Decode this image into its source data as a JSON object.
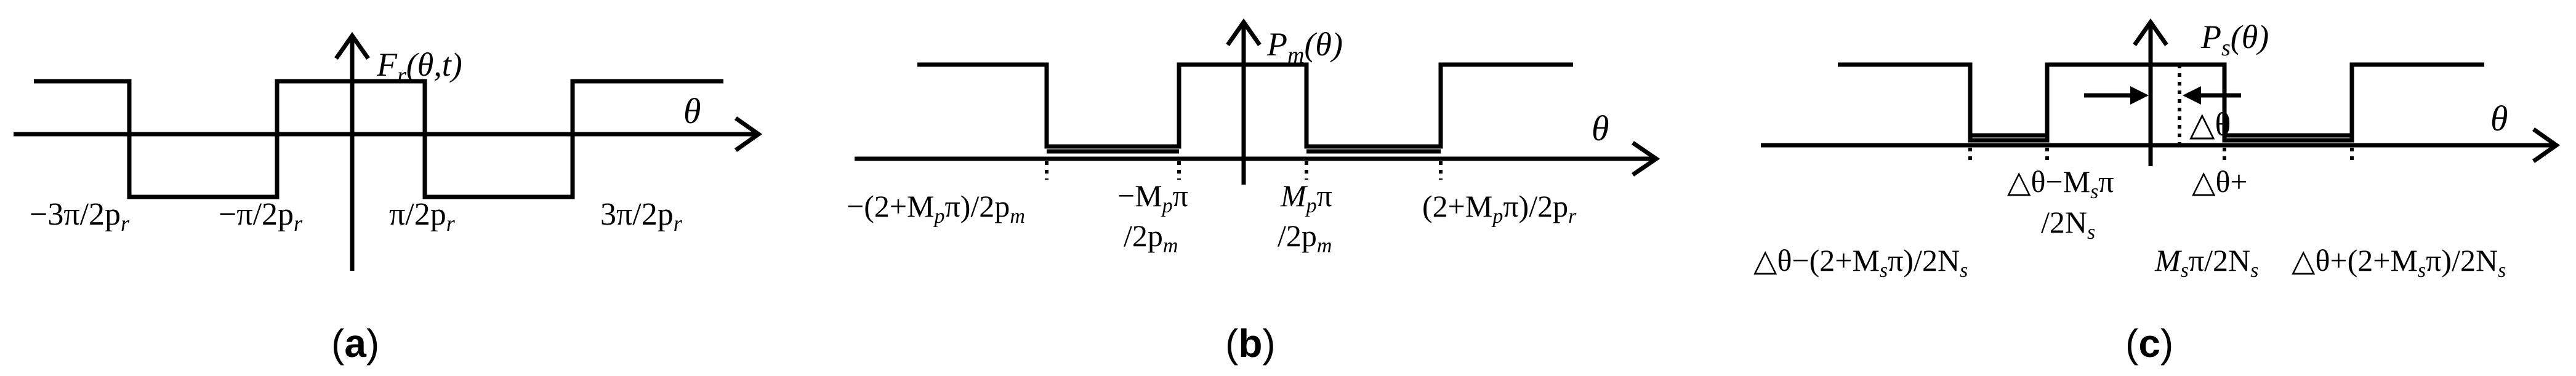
{
  "panels": [
    {
      "caption_open": "(",
      "caption_letter": "a",
      "caption_close": ")",
      "ylabel": "F",
      "ylabel_sub": "r",
      "ylabel_args": "(θ,t)",
      "xlabel": "θ",
      "ticks": [
        {
          "base": "−3π/2p",
          "sub": "r"
        },
        {
          "base": "−π/2p",
          "sub": "r"
        },
        {
          "base": "π/2p",
          "sub": "r"
        },
        {
          "base": "3π/2p",
          "sub": "r"
        }
      ]
    },
    {
      "caption_open": "(",
      "caption_letter": "b",
      "caption_close": ")",
      "ylabel": "P",
      "ylabel_sub": "m",
      "ylabel_args": "(θ)",
      "xlabel": "θ",
      "tick_left": {
        "a": "−(2+M",
        "a_sub": "p",
        "b": "π)/2p",
        "b_sub": "m"
      },
      "tick_mid_left": {
        "l1": "−M",
        "l1_sub": "p",
        "l1_tail": "π",
        "l2": "/2p",
        "l2_sub": "m"
      },
      "tick_mid_right": {
        "l1": "M",
        "l1_sub": "p",
        "l1_tail": "π",
        "l2": "/2p",
        "l2_sub": "m"
      },
      "tick_right": {
        "a": "(2+M",
        "a_sub": "p",
        "b": "π)/2p",
        "b_sub": "r"
      }
    },
    {
      "caption_open": "(",
      "caption_letter": "c",
      "caption_close": ")",
      "ylabel": "P",
      "ylabel_sub": "s",
      "ylabel_args": "(θ)",
      "xlabel": "θ",
      "shift_label": "△θ",
      "tick_left": {
        "a": "△θ−(2+M",
        "a_sub": "s",
        "b": "π)/2N",
        "b_sub": "s"
      },
      "tick_mid_left": {
        "l1": "△θ−M",
        "l1_sub": "s",
        "l1_tail": "π",
        "l2": "/2N",
        "l2_sub": "s"
      },
      "tick_mid_right": {
        "l1": "△θ+",
        "l2": "M",
        "l2_sub": "s",
        "l2_tail": "π/2N",
        "l2_sub2": "s"
      },
      "tick_right": {
        "a": "△θ+(2+M",
        "a_sub": "s",
        "b": "π)/2N",
        "b_sub": "s"
      }
    }
  ]
}
